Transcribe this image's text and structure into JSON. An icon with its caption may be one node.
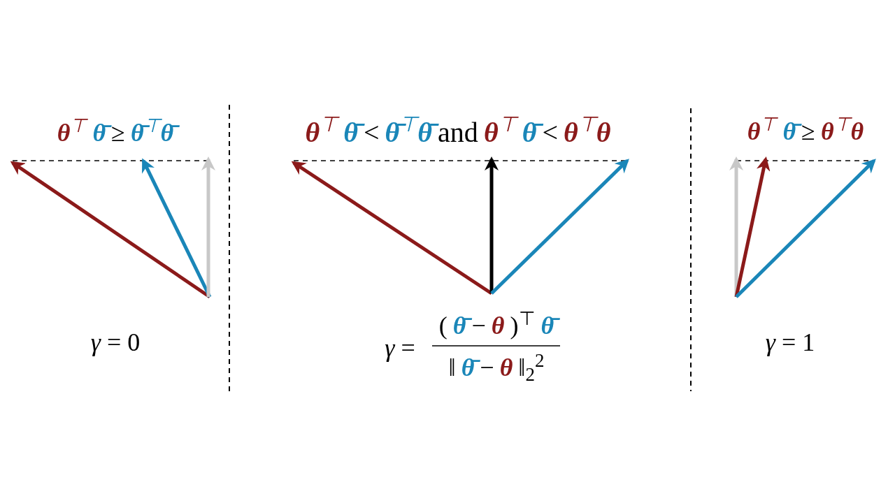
{
  "diagram": {
    "labels": [
      "**θ**$^{⊤}$",
      "**θ̄**",
      "≥",
      "**θ̄**$^{⊤}$**θ̄**",
      "**θ**$^{⊤}$",
      "**θ̄**",
      "<",
      "**θ̄**$^{⊤}$**θ̄**",
      "and",
      "**θ**$^{⊤}$",
      "**θ̄**",
      "<",
      "**θ**$^{⊤}$**θ**",
      "**θ**$^{⊤}$",
      "**θ̄**",
      "≥",
      "**θ**$^{⊤}$**θ**",
      "*γ* = 0",
      "*γ* =",
      "(",
      "**θ̄**",
      "−",
      "**θ**",
      ")$^{⊤}$",
      "**θ̄**",
      "‖",
      "**θ̄**",
      "−",
      "**θ**",
      "‖$_{2}$$^{2}$",
      "*γ* = 1"
    ]
  }
}
